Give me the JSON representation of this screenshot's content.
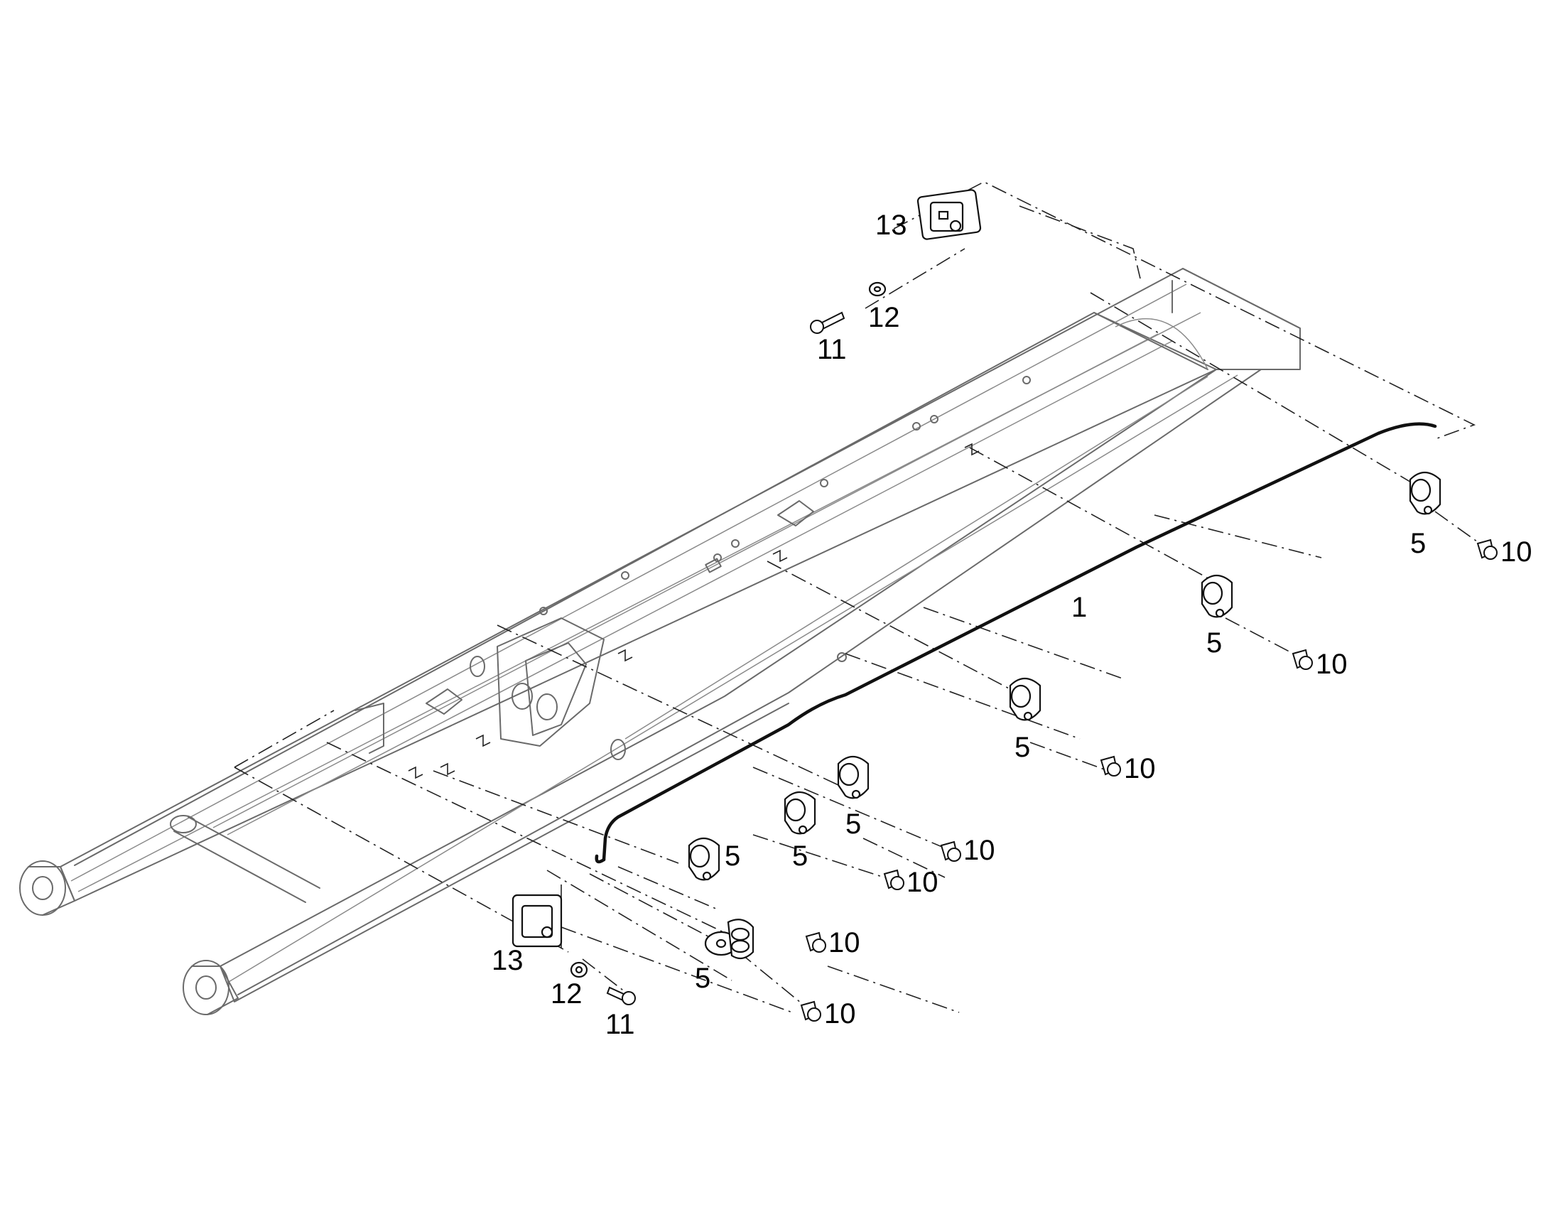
{
  "callouts": {
    "harness": "1",
    "clip": "5",
    "screw": "10",
    "bolt": "11",
    "washer": "12",
    "connector": "13"
  },
  "colors": {
    "frame": "#6a6a6a",
    "ink": "#111111",
    "background": "#ffffff"
  },
  "icons": [
    "cable-clip-icon",
    "screw-icon",
    "bolt-icon",
    "washer-icon",
    "connector-icon"
  ]
}
